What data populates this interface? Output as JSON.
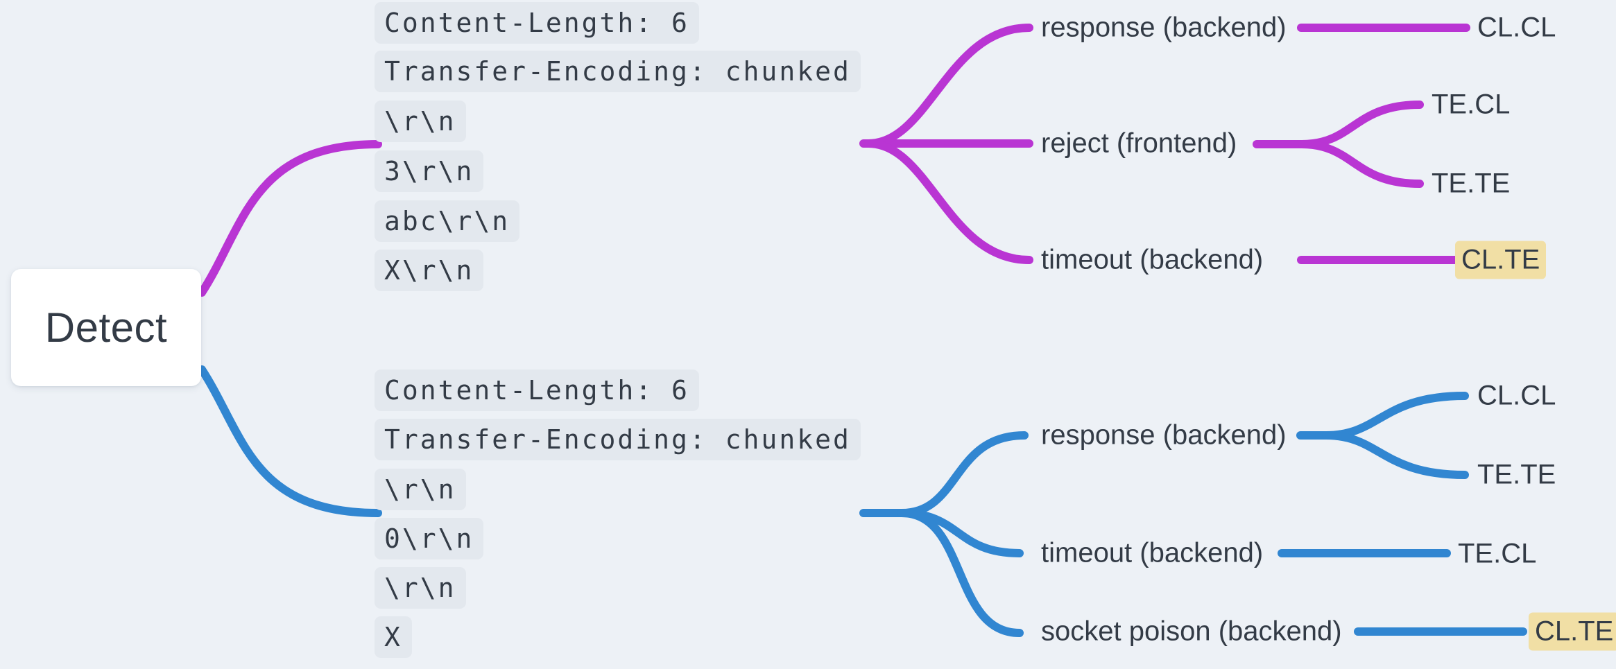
{
  "colors": {
    "background": "#edf1f6",
    "branch_top": "#b935d3",
    "branch_bottom": "#3186d1",
    "code_pill_bg": "#e3e8ee",
    "text": "#333b46",
    "highlight_bg": "#f1dfa5",
    "node_bg": "#ffffff"
  },
  "root": {
    "label": "Detect"
  },
  "branches": [
    {
      "request_lines": [
        "Content-Length: 6",
        "Transfer-Encoding: chunked",
        "\\r\\n",
        "3\\r\\n",
        "abc\\r\\n",
        "X\\r\\n"
      ],
      "outcomes": [
        {
          "label": "response (backend)",
          "results": [
            "CL.CL"
          ]
        },
        {
          "label": "reject (frontend)",
          "results": [
            "TE.CL",
            "TE.TE"
          ]
        },
        {
          "label": "timeout (backend)",
          "results": [
            "CL.TE"
          ],
          "highlighted_result": "CL.TE"
        }
      ]
    },
    {
      "request_lines": [
        "Content-Length: 6",
        "Transfer-Encoding: chunked",
        "\\r\\n",
        "0\\r\\n",
        "\\r\\n",
        "X"
      ],
      "outcomes": [
        {
          "label": "response (backend)",
          "results": [
            "CL.CL",
            "TE.TE"
          ]
        },
        {
          "label": "timeout (backend)",
          "results": [
            "TE.CL"
          ]
        },
        {
          "label": "socket poison (backend)",
          "results": [
            "CL.TE"
          ],
          "highlighted_result": "CL.TE"
        }
      ]
    }
  ]
}
